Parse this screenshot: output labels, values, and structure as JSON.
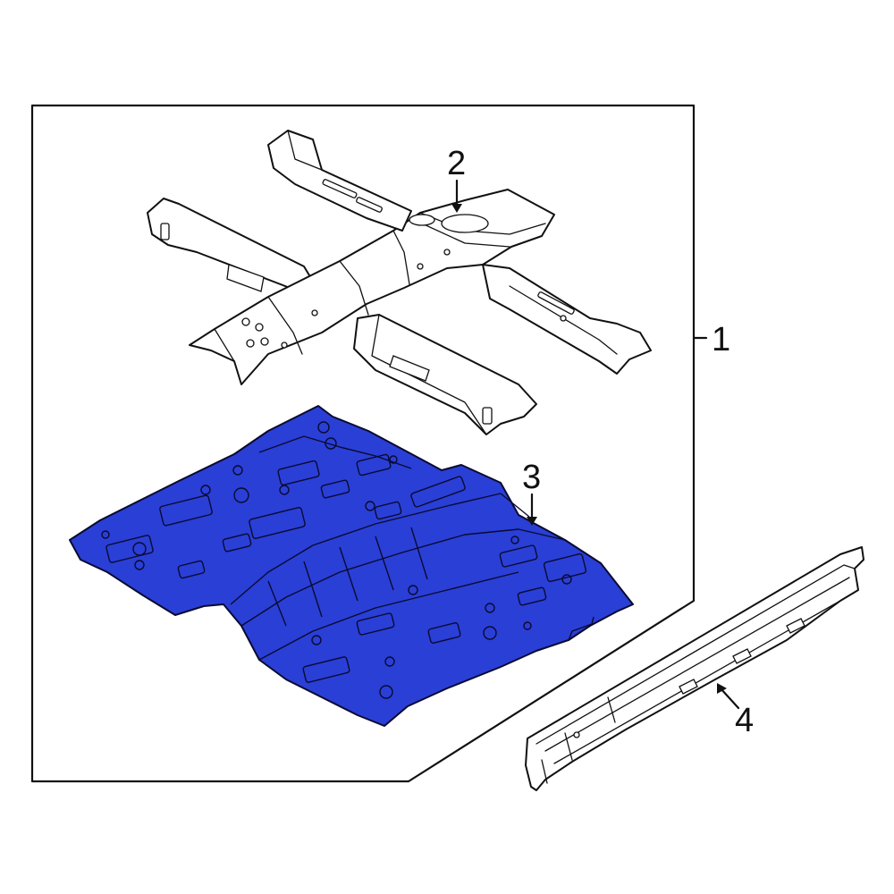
{
  "diagram": {
    "highlight_color": "#2a3fd6",
    "callouts": [
      {
        "id": "1",
        "label": "1"
      },
      {
        "id": "2",
        "label": "2"
      },
      {
        "id": "3",
        "label": "3"
      },
      {
        "id": "4",
        "label": "4"
      }
    ]
  }
}
